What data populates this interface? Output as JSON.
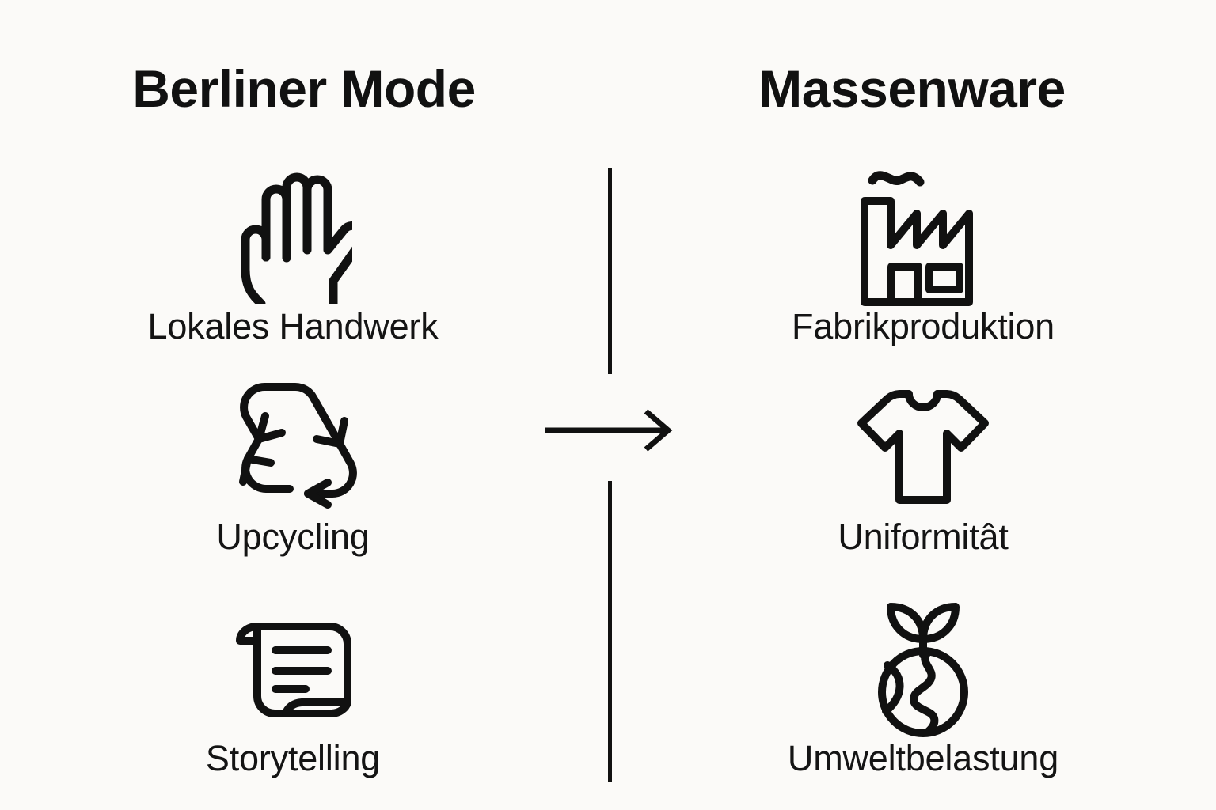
{
  "background_color": "#fbfaf8",
  "ink_color": "#111111",
  "columns": [
    {
      "id": "berliner-mode",
      "title": "Berliner Mode",
      "items": [
        {
          "icon": "hand-icon",
          "label": "Lokales Handwerk"
        },
        {
          "icon": "recycle-icon",
          "label": "Upcycling"
        },
        {
          "icon": "scroll-icon",
          "label": "Storytelling"
        }
      ]
    },
    {
      "id": "massenware",
      "title": "Massenware",
      "items": [
        {
          "icon": "factory-icon",
          "label": "Fabrikproduktion"
        },
        {
          "icon": "tshirt-icon",
          "label": "Uniformitât"
        },
        {
          "icon": "globe-leaf-icon",
          "label": "Umweltbelastung"
        }
      ]
    }
  ],
  "divider": {
    "name": "vertical-divider",
    "color": "#111111"
  },
  "arrow": {
    "name": "right-arrow-icon",
    "direction": "right",
    "color": "#111111"
  }
}
